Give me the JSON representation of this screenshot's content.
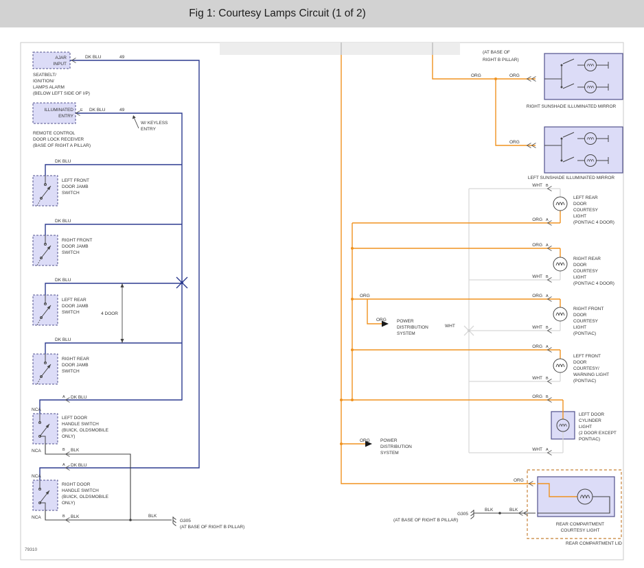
{
  "title": "Fig 1: Courtesy Lamps Circuit (1 of 2)",
  "figure_number": "79310",
  "colors": {
    "dk_blu_wire": "#2b3a8f",
    "org_wire": "#f0921e",
    "blk_wire": "#404040",
    "wht_wire": "#d8d8d8",
    "component_fill": "#dcdcf7",
    "header_bg": "#d2d2d2"
  },
  "wire": {
    "dkblu": "DK BLU",
    "org": "ORG",
    "wht": "WHT",
    "blk": "BLK"
  },
  "term": {
    "a": "A",
    "b": "B",
    "e": "E",
    "nca": "NCA",
    "c49": "49"
  },
  "notes": {
    "top_right": [
      "(AT BASE OF",
      "RIGHT B PILLAR)"
    ],
    "seatbelt": [
      "SEATBELT/",
      "IGNITION/",
      "LAMPS ALARM",
      "(BELOW LEFT SIDE OF I/P)"
    ],
    "receiver": [
      "REMOTE CONTROL",
      "DOOR LOCK RECEIVER",
      "(BASE OF RIGHT A PILLAR)"
    ],
    "keyless": [
      "W/ KEYLESS",
      "ENTRY"
    ],
    "four_door": "4 DOOR",
    "ground_left": {
      "name": "G305",
      "loc": "(AT BASE OF RIGHT B PILLAR)"
    },
    "ground_right": {
      "name": "G305",
      "loc": "(AT BASE OF RIGHT B PILLAR)"
    }
  },
  "components": {
    "ajar": [
      "AJAR",
      "INPUT"
    ],
    "illum_entry": [
      "ILLUMINATED",
      "ENTRY"
    ],
    "lf_jamb": [
      "LEFT FRONT",
      "DOOR JAMB",
      "SWITCH"
    ],
    "rf_jamb": [
      "RIGHT FRONT",
      "DOOR JAMB",
      "SWITCH"
    ],
    "lr_jamb": [
      "LEFT REAR",
      "DOOR JAMB",
      "SWITCH"
    ],
    "rr_jamb": [
      "RIGHT REAR",
      "DOOR JAMB",
      "SWITCH"
    ],
    "l_handle": [
      "LEFT DOOR",
      "HANDLE SWITCH",
      "(BUICK, OLDSMOBILE",
      "ONLY)"
    ],
    "r_handle": [
      "RIGHT DOOR",
      "HANDLE SWITCH",
      "(BUICK, OLDSMOBILE",
      "ONLY)"
    ],
    "r_mirror": "RIGHT SUNSHADE ILLUMINATED MIRROR",
    "l_mirror": "LEFT SUNSHADE ILLUMINATED MIRROR",
    "lr_courtesy": [
      "LEFT REAR",
      "DOOR",
      "COURTESY",
      "LIGHT",
      "(PONTIAC 4 DOOR)"
    ],
    "rr_courtesy": [
      "RIGHT REAR",
      "DOOR",
      "COURTESY",
      "LIGHT",
      "(PONTIAC 4 DOOR)"
    ],
    "rf_courtesy": [
      "RIGHT FRONT",
      "DOOR",
      "COURTESY",
      "LIGHT",
      "(PONTIAC)"
    ],
    "lf_courtesy": [
      "LEFT FRONT",
      "DOOR",
      "COURTESY/",
      "WARNING LIGHT",
      "(PONTIAC)"
    ],
    "cylinder": [
      "LEFT DOOR",
      "CYLINDER",
      "LIGHT",
      "(2 DOOR EXCEPT",
      "PONTIAC)"
    ],
    "rear_lamp": [
      "REAR COMPARTMENT",
      "COURTESY LIGHT"
    ],
    "rear_lid": "REAR COMPARTMENT LID",
    "pds": [
      "POWER",
      "DISTRIBUTION",
      "SYSTEM"
    ]
  }
}
